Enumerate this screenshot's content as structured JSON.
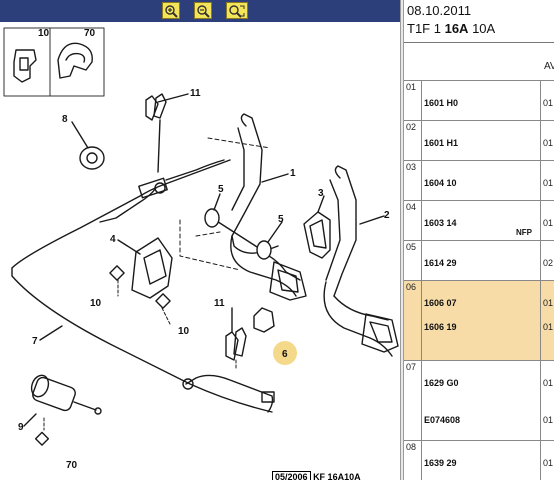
{
  "toolbar": {
    "zoom_in": "zoom-in-icon",
    "zoom_out": "zoom-out-icon",
    "zoom_fit": "zoom-fit-icon"
  },
  "diagram": {
    "callouts": [
      "10",
      "70",
      "11",
      "8",
      "1",
      "5",
      "3",
      "5",
      "2",
      "4",
      "10",
      "10",
      "11",
      "7",
      "9",
      "70"
    ],
    "highlight_callout": "6",
    "stamp_date": "05/2006",
    "stamp_code": "KF 16A10A"
  },
  "info": {
    "date": "08.10.2011",
    "model_prefix": "T1F 1",
    "model_bold": "16A",
    "model_suffix": "10A",
    "column_head": "AV"
  },
  "parts": [
    {
      "idx": "01",
      "ref": "1601 H0",
      "qty": "01",
      "note": ""
    },
    {
      "idx": "02",
      "ref": "1601 H1",
      "qty": "01",
      "note": ""
    },
    {
      "idx": "03",
      "ref": "1604 10",
      "qty": "01",
      "note": ""
    },
    {
      "idx": "04",
      "ref": "1603 14",
      "qty": "01",
      "note": "NFP"
    },
    {
      "idx": "05",
      "ref": "1614 29",
      "qty": "02",
      "note": ""
    },
    {
      "idx": "06",
      "ref": "1606 07",
      "qty": "01",
      "note": ""
    },
    {
      "idx": "",
      "ref": "1606 19",
      "qty": "01",
      "note": ""
    },
    {
      "idx": "07",
      "ref": "1629 G0",
      "qty": "01",
      "note": ""
    },
    {
      "idx": "",
      "ref": "E074608",
      "qty": "01",
      "note": ""
    },
    {
      "idx": "08",
      "ref": "1639 29",
      "qty": "01",
      "note": ""
    }
  ],
  "colors": {
    "toolbar_bg": "#2c3f7a",
    "tool_btn": "#f4e45a",
    "selected_row": "#f7dca8",
    "highlight_callout": "#f5d98a"
  }
}
